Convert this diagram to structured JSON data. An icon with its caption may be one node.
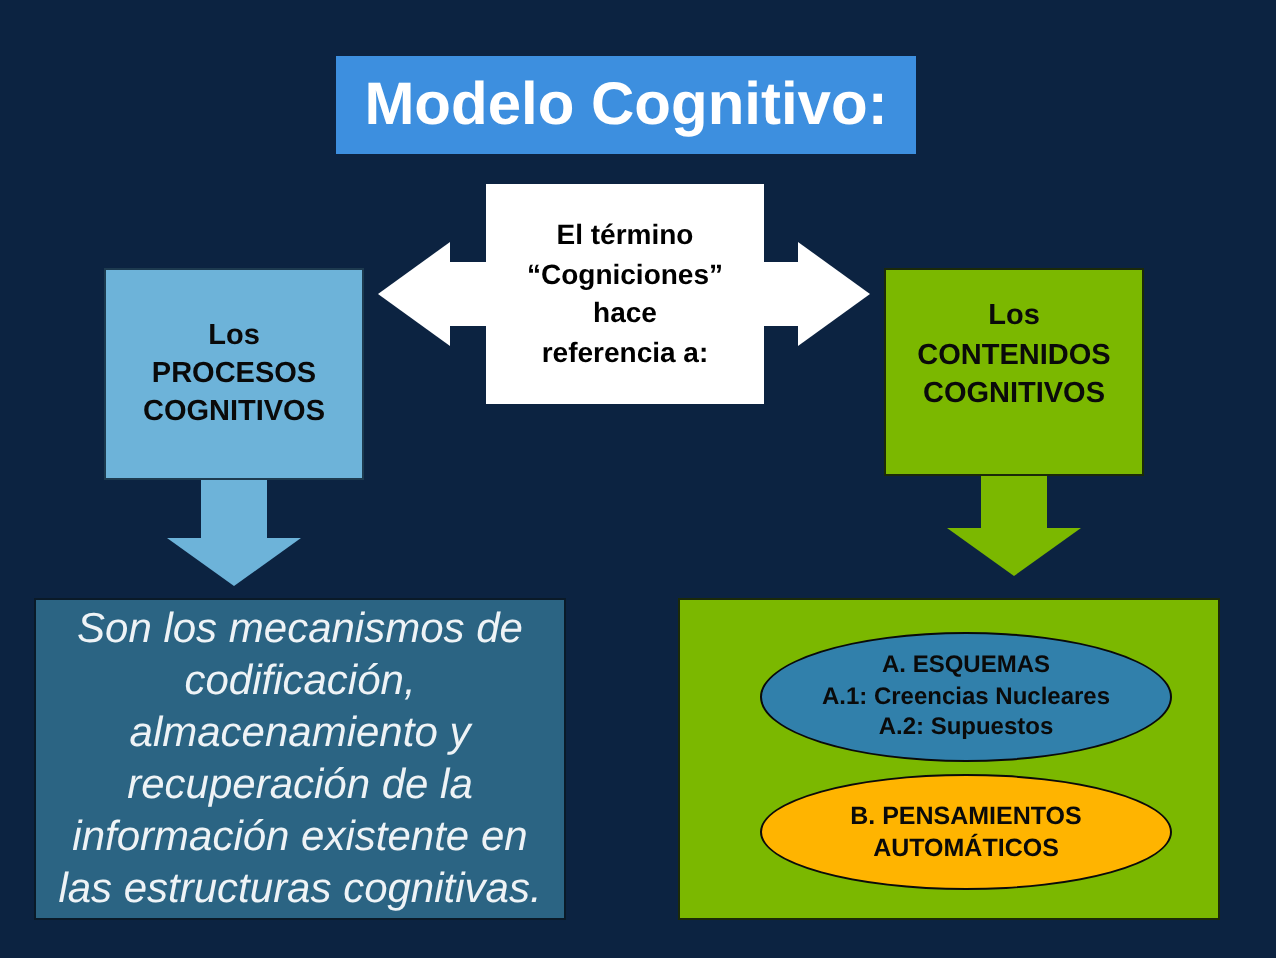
{
  "diagram": {
    "title": "Modelo Cognitivo:",
    "nodes": [
      {
        "text": [
          "El término “Cogniciones” hace referencia a:"
        ]
      },
      {
        "text": [
          "Los PROCESOS COGNITIVOS"
        ]
      },
      {
        "text": [
          "Los CONTENIDOS COGNITIVOS"
        ]
      },
      {
        "text": [
          "Son los mecanismos de codificación, almacenamiento y recuperación de la información existente en las estructuras cognitivas."
        ]
      },
      {
        "text": [],
        "shape": "box"
      },
      {
        "text": [
          "A. ESQUEMAS",
          "A.1: Creencias Nucleares",
          "A.2: Supuestos"
        ],
        "in": 4
      },
      {
        "text": [
          "B. PENSAMIENTOS AUTOMÁTICOS"
        ],
        "in": 4
      }
    ],
    "edges": [
      {
        "from": 0,
        "to": 1,
        "arrow": "to",
        "color": "#ffffff"
      },
      {
        "from": 0,
        "to": 2,
        "arrow": "to",
        "color": "#ffffff"
      },
      {
        "from": 1,
        "to": 3,
        "arrow": "to",
        "color": "#6db3d9"
      },
      {
        "from": 2,
        "to": 4,
        "arrow": "to",
        "color": "#7bb800"
      }
    ]
  }
}
